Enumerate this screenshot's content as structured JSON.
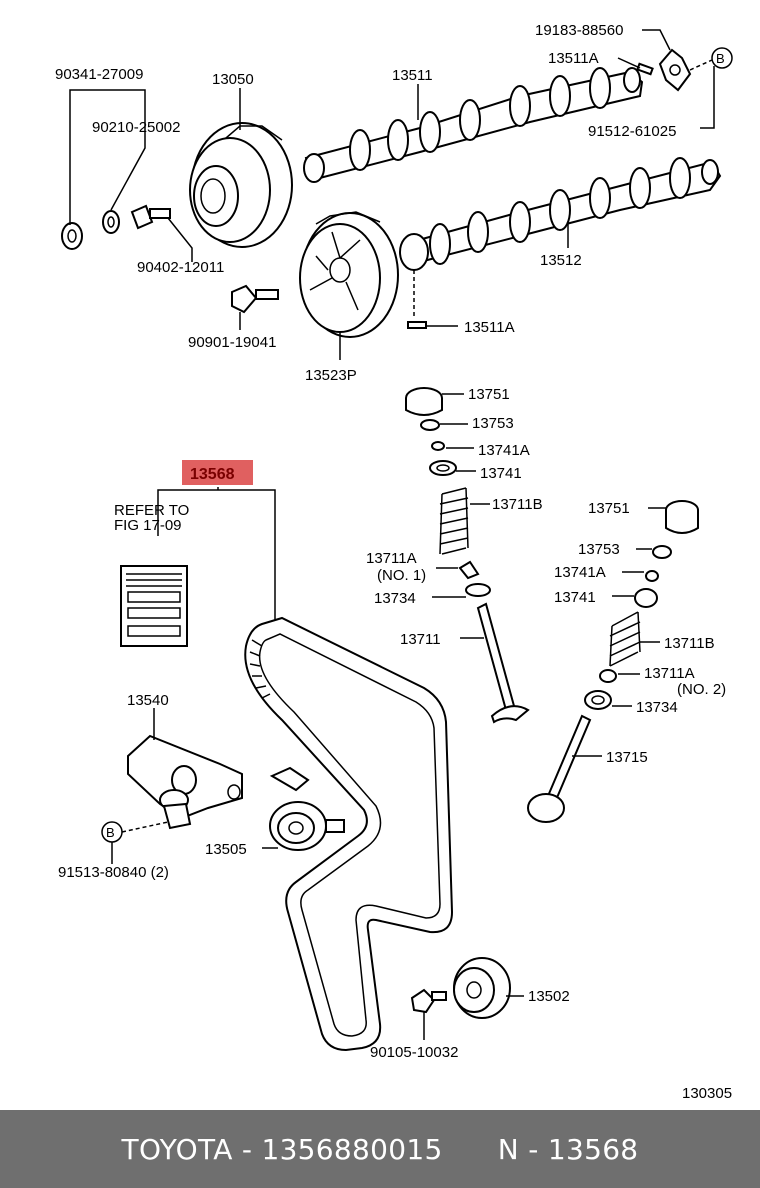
{
  "diagram": {
    "labels": {
      "p90341": "90341-27009",
      "p90210": "90210-25002",
      "p13050": "13050",
      "p13511": "13511",
      "p19183": "19183-88560",
      "p13511a_top": "13511A",
      "p91512": "91512-61025",
      "p90402": "90402-12011",
      "p13512": "13512",
      "p90901": "90901-19041",
      "p13523p": "13523P",
      "p13511a_mid": "13511A",
      "p13751_a": "13751",
      "p13753_a": "13753",
      "p13741a_a": "13741A",
      "p13741_a": "13741",
      "p13568": "13568",
      "refer_line1": "REFER TO",
      "refer_line2": "FIG 17-09",
      "p13711b_a": "13711B",
      "p13751_b": "13751",
      "p13711a_no1": "13711A",
      "no1": "(NO. 1)",
      "p13753_b": "13753",
      "p13741a_b": "13741A",
      "p13734_a": "13734",
      "p13741_b": "13741",
      "p13711": "13711",
      "p13711b_b": "13711B",
      "p13711a_no2": "13711A",
      "no2": "(NO. 2)",
      "p13540": "13540",
      "p13734_b": "13734",
      "p13715": "13715",
      "p13505": "13505",
      "p91513": "91513-80840 (2)",
      "p13502": "13502",
      "p90105": "90105-10032",
      "fig_no": "130305",
      "marker_b": "B"
    },
    "highlight_color": "#e06060"
  },
  "footer": {
    "text": "TOYOTA - 1356880015      N - 13568"
  },
  "colors": {
    "footer_bg": "#6f6f6f",
    "footer_text": "#ffffff"
  }
}
